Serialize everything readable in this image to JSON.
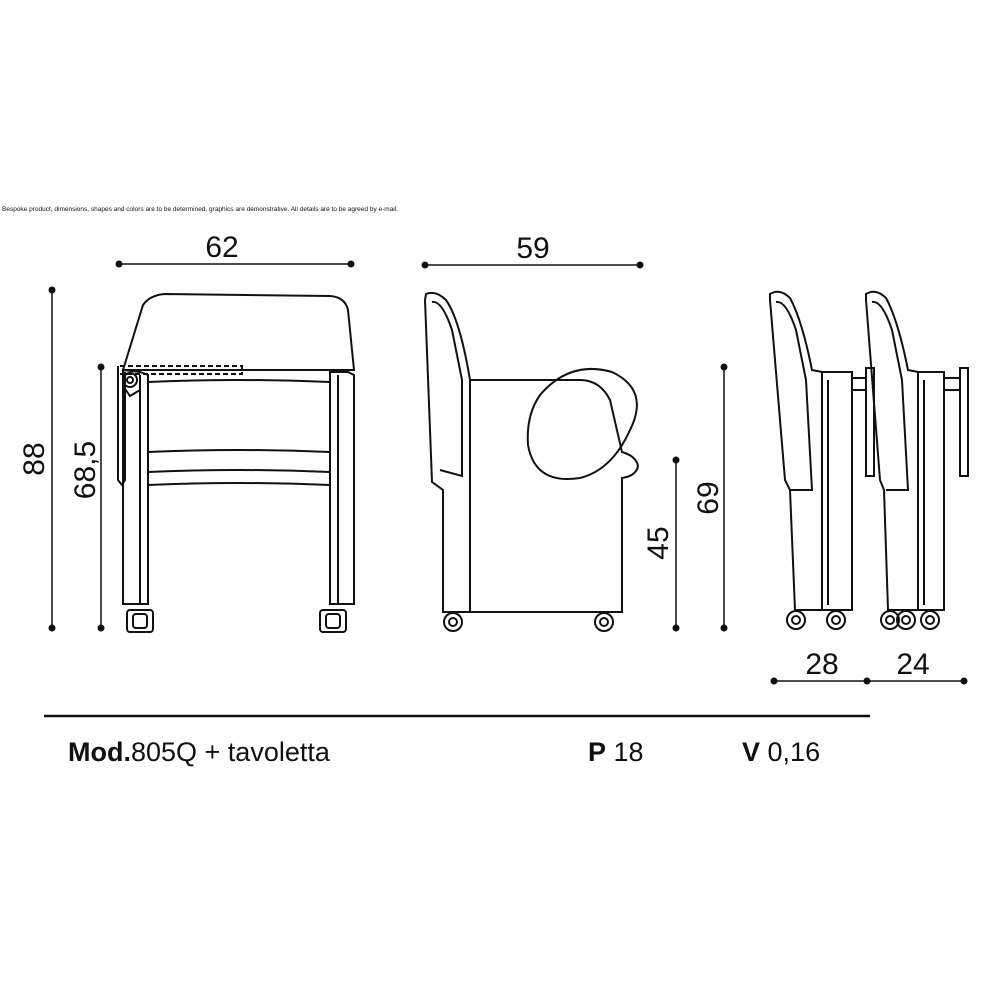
{
  "disclaimer": "Bespoke product, dimensions, shapes and colors are to be determined, graphics are demonstrative. All details are to be agreed by e-mail.",
  "dimensions": {
    "front_width": "62",
    "side_depth": "59",
    "total_height": "88",
    "armrest_height": "68,5",
    "seat_height": "45",
    "folded_height": "69",
    "folded_depth_a": "28",
    "folded_depth_b": "24"
  },
  "footer": {
    "model_label": "Mod.",
    "model_value": "805Q + tavoletta",
    "p_label": "P",
    "p_value": "18",
    "v_label": "V",
    "v_value": "0,16"
  }
}
